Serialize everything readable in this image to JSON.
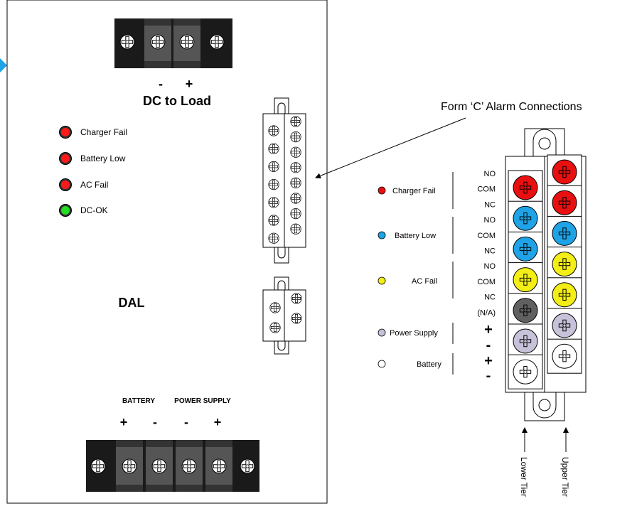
{
  "panel": {
    "dc_load_label": "DC to Load",
    "dc_minus": "-",
    "dc_plus": "+",
    "dal_label": "DAL",
    "bottom_battery": "BATTERY",
    "bottom_power_supply": "POWER SUPPLY",
    "bottom_polarity": [
      "+",
      "-",
      "-",
      "+"
    ],
    "leds": [
      {
        "label": "Charger Fail",
        "color": "#ff1a1a"
      },
      {
        "label": "Battery Low",
        "color": "#ff1a1a"
      },
      {
        "label": "AC Fail",
        "color": "#ff1a1a"
      },
      {
        "label": "DC-OK",
        "color": "#22dd22"
      }
    ]
  },
  "alarm": {
    "title": "Form ‘C’ Alarm Connections",
    "groups": [
      {
        "label": "Charger Fail",
        "color": "#e81010"
      },
      {
        "label": "Battery Low",
        "color": "#1fa3e6"
      },
      {
        "label": "AC Fail",
        "color": "#f2ee16"
      },
      {
        "label": "Power Supply",
        "color": "#c7c2d9"
      },
      {
        "label": "Battery",
        "color": "#ffffff"
      }
    ],
    "contacts": [
      "NO",
      "COM",
      "NC",
      "NO",
      "COM",
      "NC",
      "NO",
      "COM",
      "NC",
      "(N/A)"
    ],
    "polarity": [
      "+",
      "-",
      "+",
      "-"
    ],
    "lower_tier": "Lower Tier",
    "upper_tier": "Upper Tier"
  }
}
